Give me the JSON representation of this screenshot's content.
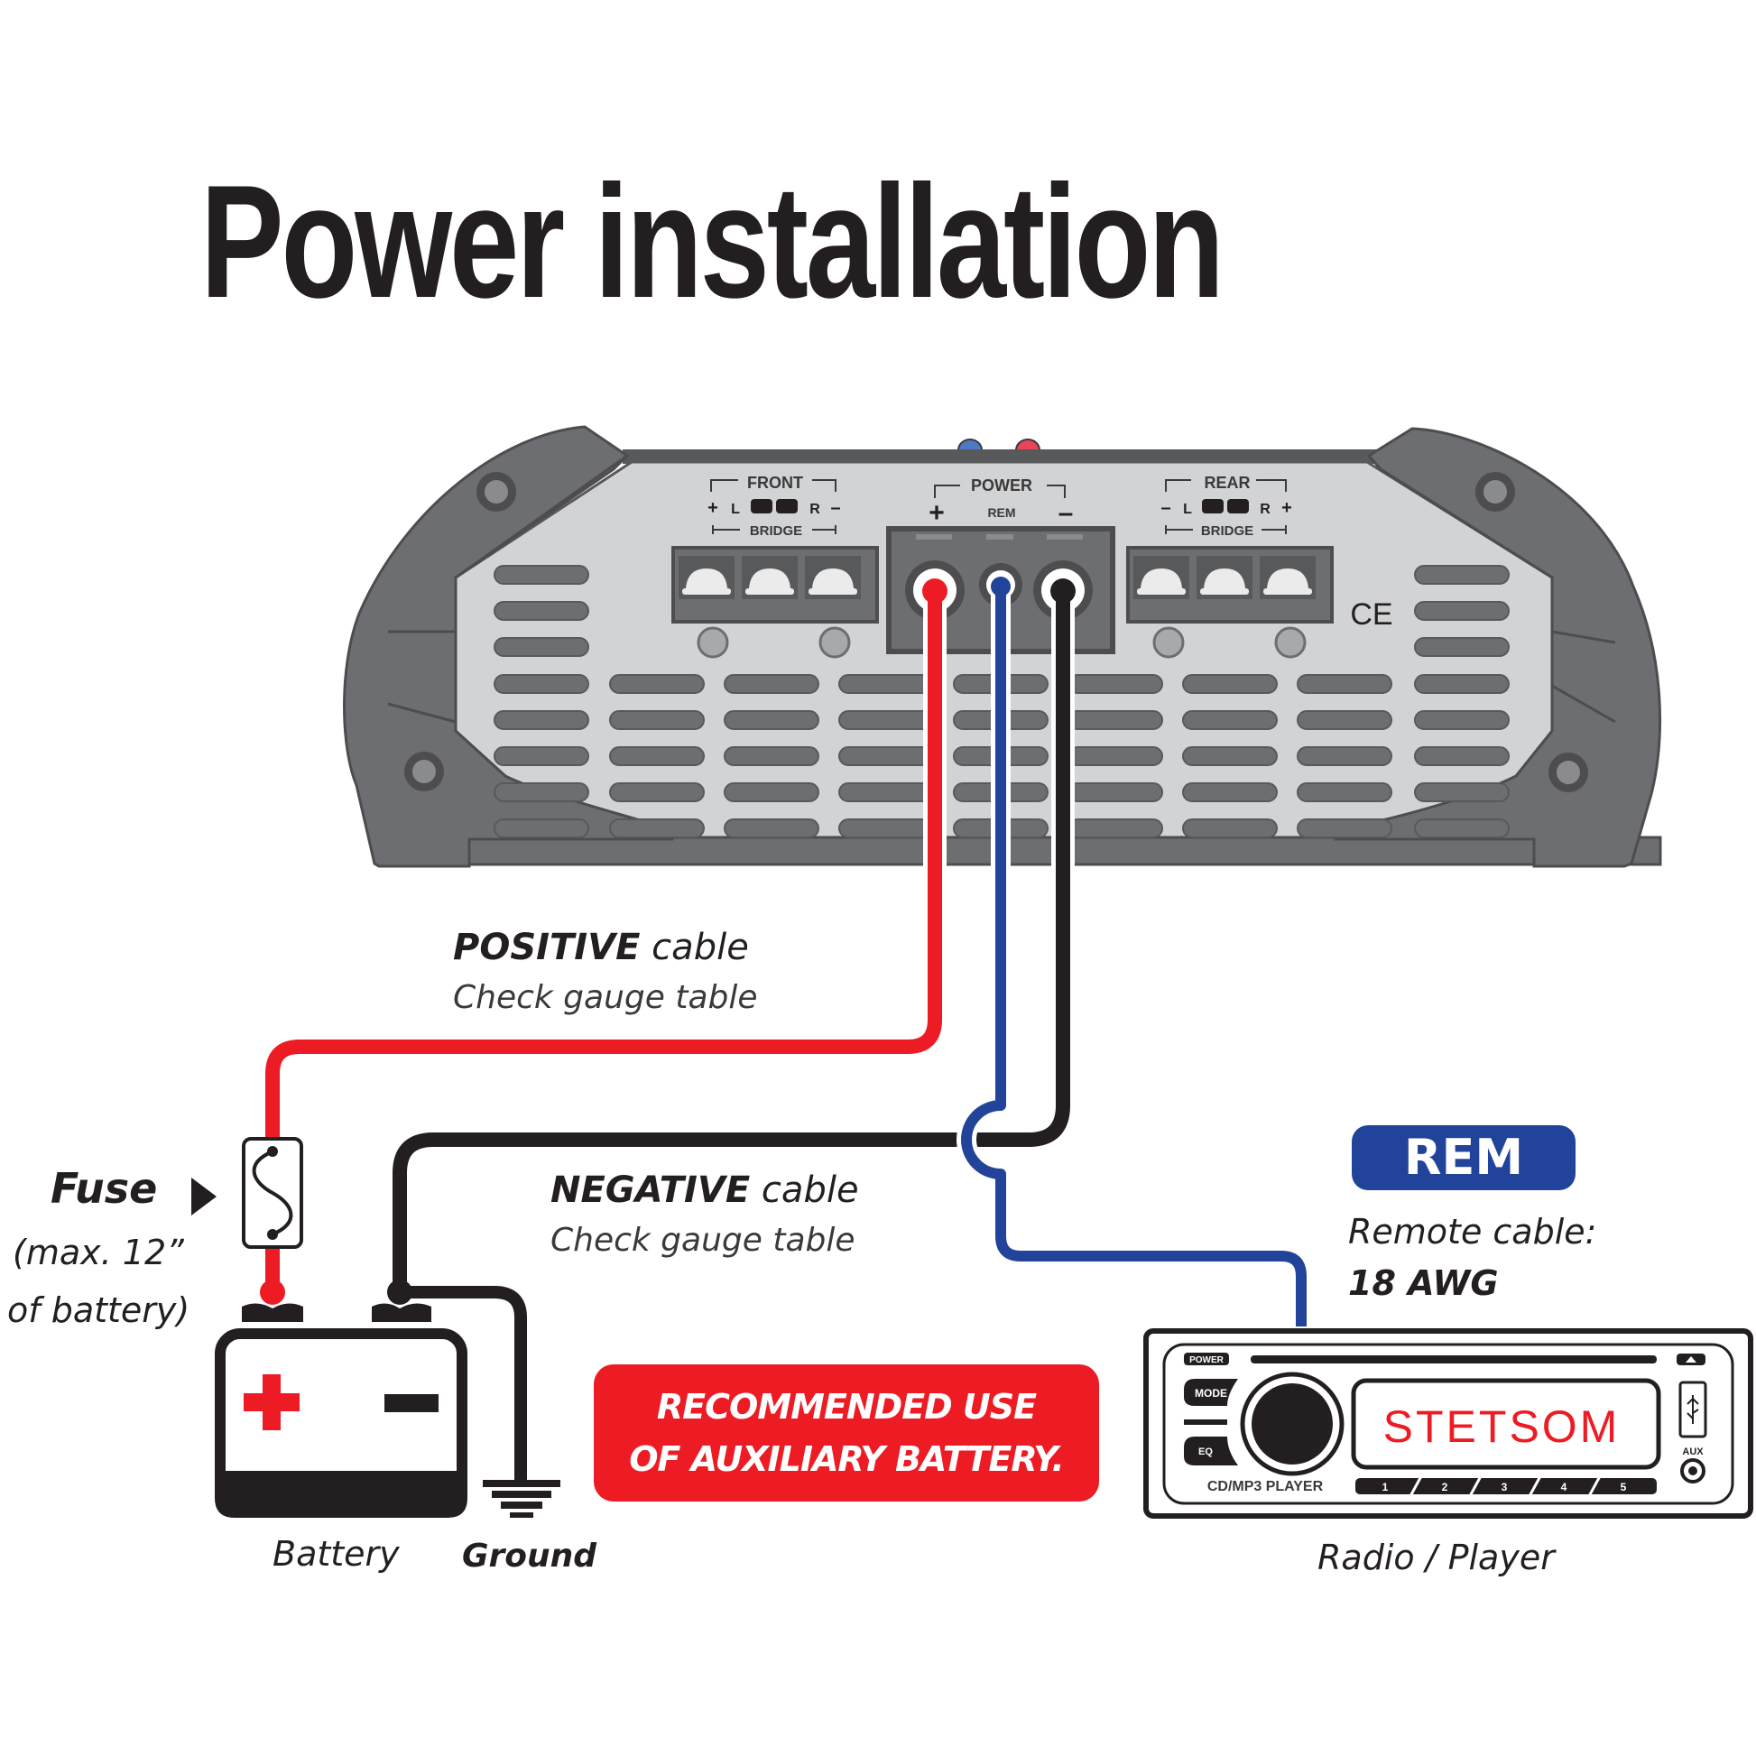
{
  "title": "Power installation",
  "amplifier": {
    "front_group": {
      "title": "FRONT",
      "left": "L",
      "right": "R",
      "plus": "+",
      "minus": "–",
      "bridge": "BRIDGE"
    },
    "power_group": {
      "title": "POWER",
      "plus": "+",
      "rem": "REM",
      "minus": "–"
    },
    "rear_group": {
      "title": "REAR",
      "left": "L",
      "right": "R",
      "plus": "+",
      "minus": "–",
      "bridge": "BRIDGE"
    },
    "ce_mark": "CE"
  },
  "cables": {
    "positive": {
      "bold": "POSITIVE",
      "rest": " cable",
      "note": "Check gauge table",
      "color": "#ed1c24"
    },
    "negative": {
      "bold": "NEGATIVE",
      "rest": " cable",
      "note": "Check gauge table",
      "color": "#231f20"
    },
    "remote": {
      "badge": "REM",
      "line1": "Remote cable:",
      "line2": "18 AWG",
      "color": "#22439a"
    }
  },
  "fuse": {
    "label": "Fuse",
    "note_line1": "(max. 12”",
    "note_line2": "of battery)"
  },
  "battery": {
    "label": "Battery",
    "plus": "+",
    "minus": "–"
  },
  "ground": {
    "label": "Ground"
  },
  "notice": {
    "line1": "RECOMMENDED USE",
    "line2": "OF AUXILIARY BATTERY."
  },
  "radio": {
    "label": "Radio / Player",
    "power_btn": "POWER",
    "mode_btn": "MODE",
    "eq_btn": "EQ",
    "display": "STETSOM",
    "model": "CD/MP3 PLAYER",
    "aux": "AUX",
    "presets": [
      "1",
      "2",
      "3",
      "4",
      "5"
    ]
  },
  "colors": {
    "positive": "#ed1c24",
    "negative": "#231f20",
    "remote": "#22439a",
    "chassis": "#6d6e71",
    "panel": "#d1d3d4"
  }
}
